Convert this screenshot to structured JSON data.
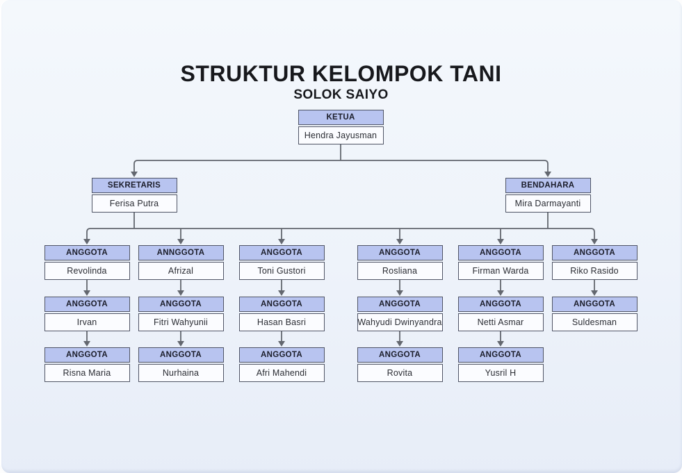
{
  "header": {
    "title": "STRUKTUR KELOMPOK TANI",
    "subtitle": "SOLOK SAIYO"
  },
  "colors": {
    "background_top": "#f4f8fc",
    "background_bottom": "#e7edf8",
    "box_header_fill": "#b8c4f0",
    "box_body_fill": "#fbfcff",
    "box_border": "#4f5465",
    "connector": "#63676f",
    "title_text": "#17181c"
  },
  "org_chart": {
    "root": {
      "title": "KETUA",
      "name": "Hendra Jayusman"
    },
    "officers": [
      {
        "title": "SEKRETARIS",
        "name": "Ferisa Putra"
      },
      {
        "title": "BENDAHARA",
        "name": "Mira Darmayanti"
      }
    ],
    "member_columns": [
      [
        {
          "title": "ANGGOTA",
          "name": "Revolinda"
        },
        {
          "title": "ANGGOTA",
          "name": "Irvan"
        },
        {
          "title": "ANGGOTA",
          "name": "Risna Maria"
        }
      ],
      [
        {
          "title": "ANNGGOTA",
          "name": "Afrizal"
        },
        {
          "title": "ANGGOTA",
          "name": "Fitri Wahyunii"
        },
        {
          "title": "ANGGOTA",
          "name": "Nurhaina"
        }
      ],
      [
        {
          "title": "ANGGOTA",
          "name": "Toni Gustori"
        },
        {
          "title": "ANGGOTA",
          "name": "Hasan Basri"
        },
        {
          "title": "ANGGOTA",
          "name": "Afri Mahendi"
        }
      ],
      [
        {
          "title": "ANGGOTA",
          "name": "Rosliana"
        },
        {
          "title": "ANGGOTA",
          "name": "Wahyudi Dwinyandra"
        },
        {
          "title": "ANGGOTA",
          "name": "Rovita"
        }
      ],
      [
        {
          "title": "ANGGOTA",
          "name": "Firman Warda"
        },
        {
          "title": "ANGGOTA",
          "name": "Netti Asmar"
        },
        {
          "title": "ANGGOTA",
          "name": "Yusril H"
        }
      ],
      [
        {
          "title": "ANGGOTA",
          "name": "Riko Rasido"
        },
        {
          "title": "ANGGOTA",
          "name": "Suldesman"
        }
      ]
    ]
  }
}
